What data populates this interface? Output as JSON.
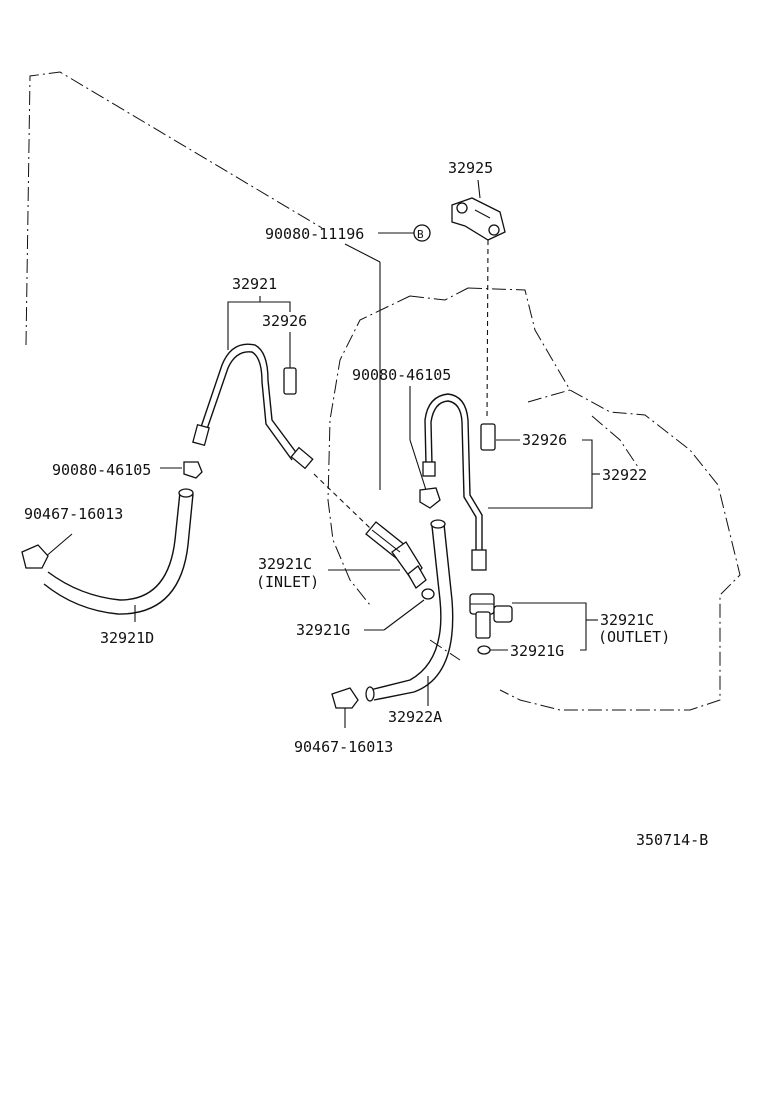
{
  "diagram": {
    "figure_code": "350714-B",
    "callouts": {
      "p32925": "32925",
      "p90080_11196": "90080-11196",
      "p90080_11196_marker": "B",
      "p32921": "32921",
      "p32926_left": "32926",
      "p90080_46105_right": "90080-46105",
      "p32926_right": "32926",
      "p32922": "32922",
      "p90080_46105_left": "90080-46105",
      "p90467_16013_left": "90467-16013",
      "p32921c_inlet": "32921C",
      "p32921c_inlet_note": "(INLET)",
      "p32921c_outlet": "32921C",
      "p32921c_outlet_note": "(OUTLET)",
      "p32921g_left": "32921G",
      "p32921g_right": "32921G",
      "p32921d": "32921D",
      "p32922a": "32922A",
      "p90467_16013_bottom": "90467-16013"
    }
  }
}
